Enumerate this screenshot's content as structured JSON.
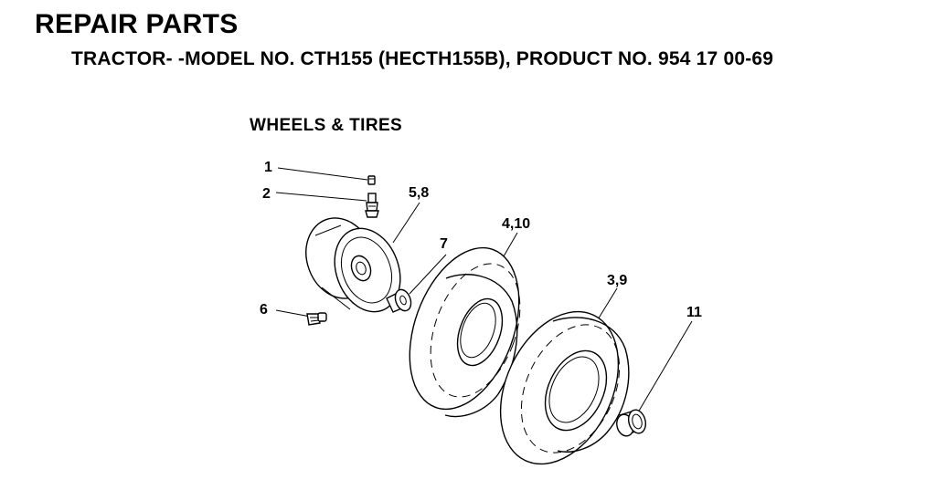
{
  "header": {
    "title": "REPAIR PARTS",
    "subtitle": "TRACTOR- -MODEL NO. CTH155 (HECTH155B), PRODUCT NO. 954 17 00-69"
  },
  "diagram": {
    "section_title": "WHEELS & TIRES",
    "callouts": {
      "valve_cap": "1",
      "valve_stem": "2",
      "rim": "5,8",
      "washer": "7",
      "rear_tire": "4,10",
      "front_tire": "3,9",
      "bushing": "11",
      "bolt": "6"
    }
  }
}
